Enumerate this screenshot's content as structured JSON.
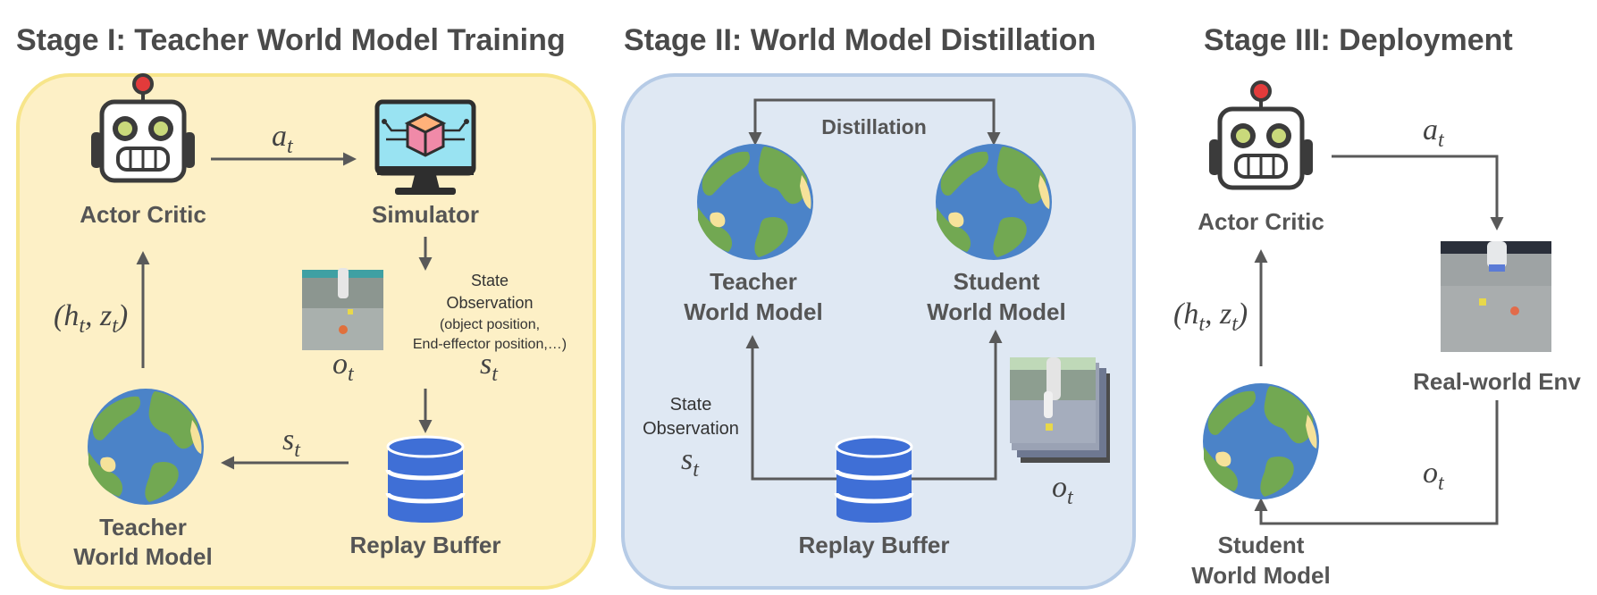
{
  "stages": {
    "stage1": {
      "title": "Stage I: Teacher World Model Training"
    },
    "stage2": {
      "title": "Stage II: World Model Distillation"
    },
    "stage3": {
      "title": "Stage III: Deployment"
    }
  },
  "labels": {
    "actor_critic": "Actor Critic",
    "simulator": "Simulator",
    "teacher_wm_line1": "Teacher",
    "teacher_wm_line2": "World Model",
    "student_wm_line1": "Student",
    "student_wm_line2": "World Model",
    "replay_buffer": "Replay Buffer",
    "distillation": "Distillation",
    "real_world_env": "Real-world Env",
    "state_observation_line1": "State",
    "state_observation_line2": "Observation",
    "state_observation_detail1": "(object position,",
    "state_observation_detail2": "End-effector position,…)"
  },
  "math": {
    "a": "a",
    "a_sub": "t",
    "o": "o",
    "o_sub": "t",
    "s": "s",
    "s_sub": "t",
    "h": "(h",
    "h_sub": "t",
    "z": ", z",
    "z_sub": "t",
    "close": ")"
  },
  "colors": {
    "stage1_bg": "#fdf0c6",
    "stage1_border": "#f7e58a",
    "stage2_bg": "#dfe8f3",
    "stage2_border": "#b6cbe6",
    "arrow": "#595959",
    "ocean": "#4b83c8",
    "land": "#72a852",
    "sand": "#f6e29a",
    "database": "#3f6fd6",
    "robot_body": "#ffffff",
    "robot_outline": "#3b3b3b",
    "robot_antenna": "#e23b3b"
  },
  "icons": [
    "robot-icon",
    "simulator-monitor-icon",
    "globe-icon",
    "database-icon",
    "robot-arm-photo"
  ]
}
